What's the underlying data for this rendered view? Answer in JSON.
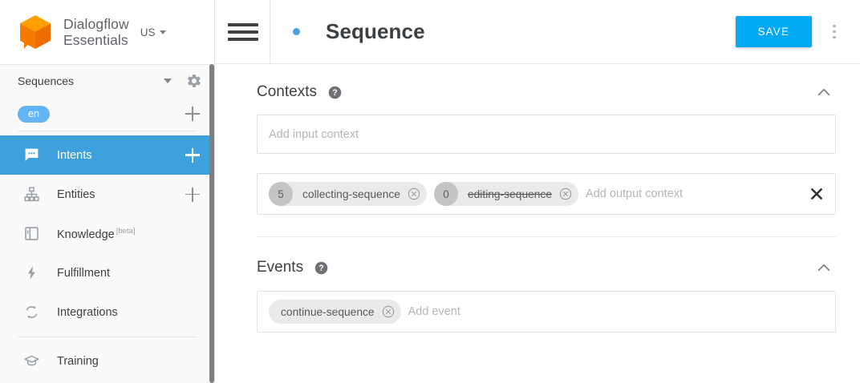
{
  "sidebar": {
    "brand": {
      "line1": "Dialogflow",
      "line2": "Essentials",
      "logo_icon": "dialogflow-cube-logo",
      "logo_color_light": "#FFA000",
      "logo_color_dark": "#EF6C00"
    },
    "region": {
      "label": "US",
      "icon": "chevron-down-icon"
    },
    "agent": {
      "name": "Sequences",
      "caret_icon": "chevron-down-icon",
      "settings_icon": "gear-icon"
    },
    "language": {
      "code": "en",
      "badge_color": "#64B5F6",
      "add_icon": "plus-icon"
    },
    "items": [
      {
        "label": "Intents",
        "icon": "speech-bubble-icon",
        "active": true,
        "add_icon": "plus-icon"
      },
      {
        "label": "Entities",
        "icon": "hierarchy-tree-icon",
        "active": false,
        "add_icon": "plus-icon"
      },
      {
        "label": "Knowledge",
        "badge": "[beta]",
        "icon": "book-icon",
        "active": false
      },
      {
        "label": "Fulfillment",
        "icon": "lightning-bolt-icon",
        "active": false
      },
      {
        "label": "Integrations",
        "icon": "sync-arrows-icon",
        "active": false
      },
      {
        "label": "Training",
        "icon": "graduation-cap-icon",
        "active": false
      }
    ],
    "active_color": "#3EA0DD"
  },
  "topbar": {
    "menu_icon": "hamburger-menu-icon",
    "status_dot_color": "#4AA3E0",
    "title": "Sequence",
    "save_label": "SAVE",
    "save_color": "#03A9F4",
    "kebab_icon": "more-vertical-icon"
  },
  "sections": [
    {
      "title": "Contexts",
      "help_icon": "help-circle-icon",
      "collapse_icon": "chevron-up-icon",
      "input_context": {
        "placeholder": "Add input context",
        "chips": []
      },
      "output_context": {
        "placeholder": "Add output context",
        "clear_icon": "close-bold-icon",
        "chips": [
          {
            "lifespan": "5",
            "label": "collecting-sequence",
            "struck": false,
            "remove_icon": "remove-circle-icon"
          },
          {
            "lifespan": "0",
            "label": "editing-sequence",
            "struck": true,
            "remove_icon": "remove-circle-icon"
          }
        ]
      }
    },
    {
      "title": "Events",
      "help_icon": "help-circle-icon",
      "collapse_icon": "chevron-up-icon",
      "events": {
        "placeholder": "Add event",
        "chips": [
          {
            "label": "continue-sequence",
            "struck": false,
            "remove_icon": "remove-circle-icon"
          }
        ]
      }
    }
  ]
}
